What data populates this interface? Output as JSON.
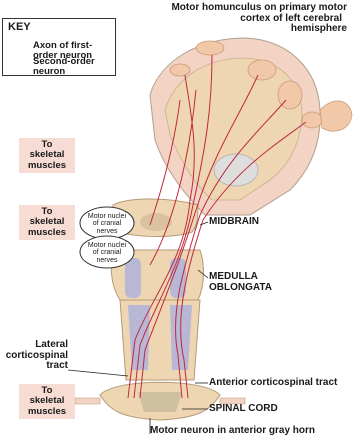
{
  "key": {
    "title": "KEY",
    "axon_label": "Axon of first-order neuron",
    "second_order_label": "Second-order neuron"
  },
  "labels": {
    "homunculus": "Motor homunculus on primary motor cortex of left cerebral hemisphere",
    "homunculus_line1": "Motor homunculus  on primary motor",
    "homunculus_line2": "cortex of left cerebral",
    "homunculus_line3": "hemisphere",
    "midbrain": "MIDBRAIN",
    "medulla_line1": "MEDULLA",
    "medulla_line2": "OBLONGATA",
    "lateral_line1": "Lateral",
    "lateral_line2": "corticospinal",
    "lateral_line3": "tract",
    "anterior": "Anterior corticospinal tract",
    "spinal_cord": "SPINAL CORD",
    "motor_neuron": "Motor neuron in anterior gray horn"
  },
  "muscles": [
    {
      "line1": "To",
      "line2": "skeletal",
      "line3": "muscles"
    },
    {
      "line1": "To",
      "line2": "skeletal",
      "line3": "muscles"
    },
    {
      "line1": "To",
      "line2": "skeletal",
      "line3": "muscles"
    }
  ],
  "nuclei": [
    {
      "line1": "Motor nuclei",
      "line2": "of cranial",
      "line3": "nerves"
    },
    {
      "line1": "Motor nuclei",
      "line2": "of cranial",
      "line3": "nerves"
    }
  ],
  "colors": {
    "axon": "#c0283a",
    "tissue": "#efd6b2",
    "tract": "#b8b8d6",
    "brain": "#f2d3c4",
    "muscle_box": "#f6dcd2"
  }
}
